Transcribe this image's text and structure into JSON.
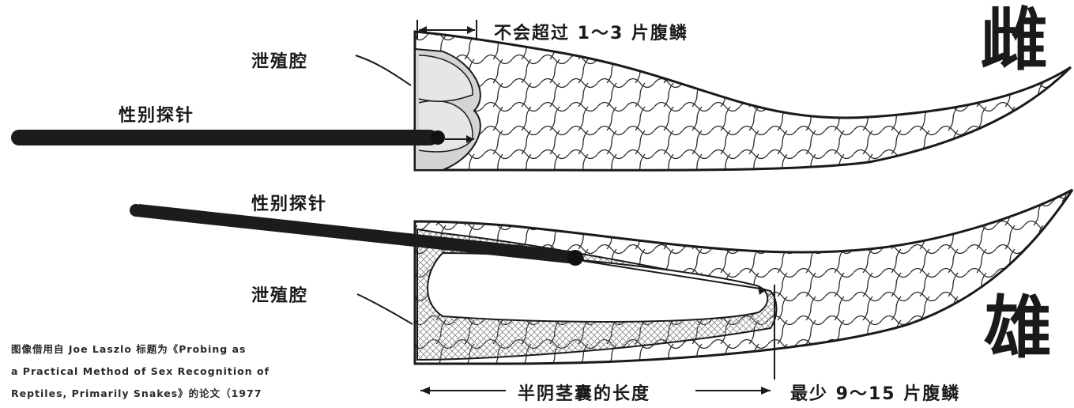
{
  "labels": {
    "female": "雌",
    "male": "雄",
    "cloaca_top": "泄殖腔",
    "cloaca_bottom": "泄殖腔",
    "probe_top": "性别探针",
    "probe_bottom": "性别探针",
    "female_depth": "不会超过 1～3 片腹鳞",
    "hemipenis_length": "半阴茎囊的长度",
    "male_depth": "最少 9～15 片腹鳞"
  },
  "credit": {
    "line1": "图像借用自 Joe Laszlo 标题为《Probing as",
    "line2": "a Practical Method of Sex Recognition of",
    "line3": "Reptiles, Primarily Snakes》的论文（1977"
  }
}
